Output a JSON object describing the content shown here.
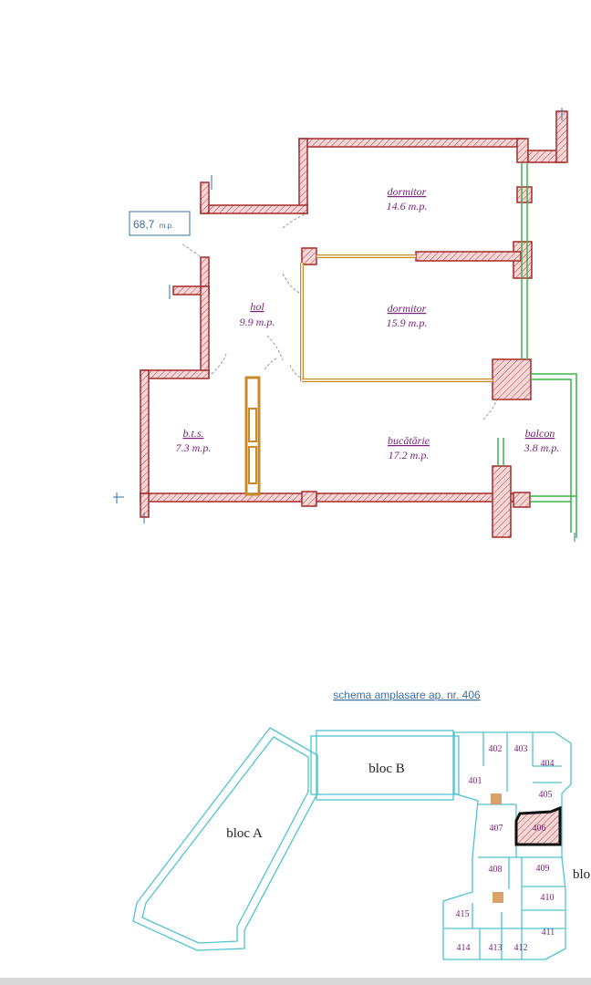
{
  "total_area": {
    "value": "68,7",
    "unit": "m.p."
  },
  "rooms": [
    {
      "name": "dormitor",
      "area": "14.6 m.p."
    },
    {
      "name": "dormitor",
      "area": "15.9 m.p."
    },
    {
      "name": "hol",
      "area": "9.9 m.p."
    },
    {
      "name": "b.t.s.",
      "area": "7.3 m.p."
    },
    {
      "name": "bucătărie",
      "area": "17.2 m.p."
    },
    {
      "name": "balcon",
      "area": "3.8 m.p."
    }
  ],
  "schema": {
    "title": "schema amplasare ap. nr. 406",
    "blocks": [
      "bloc A",
      "bloc B",
      "blo"
    ],
    "apartments": [
      "401",
      "402",
      "403",
      "404",
      "405",
      "406",
      "407",
      "408",
      "409",
      "410",
      "411",
      "412",
      "413",
      "414",
      "415"
    ],
    "highlighted": "406"
  },
  "colors": {
    "wall": "#a52a2a",
    "wall_fill": "#f3c9c9",
    "partition": "#c98a2a",
    "balcony": "#3cb34a",
    "schema_line": "#4fc3d0",
    "label": "#7a1f7a",
    "accent": "#3a6fa8"
  }
}
